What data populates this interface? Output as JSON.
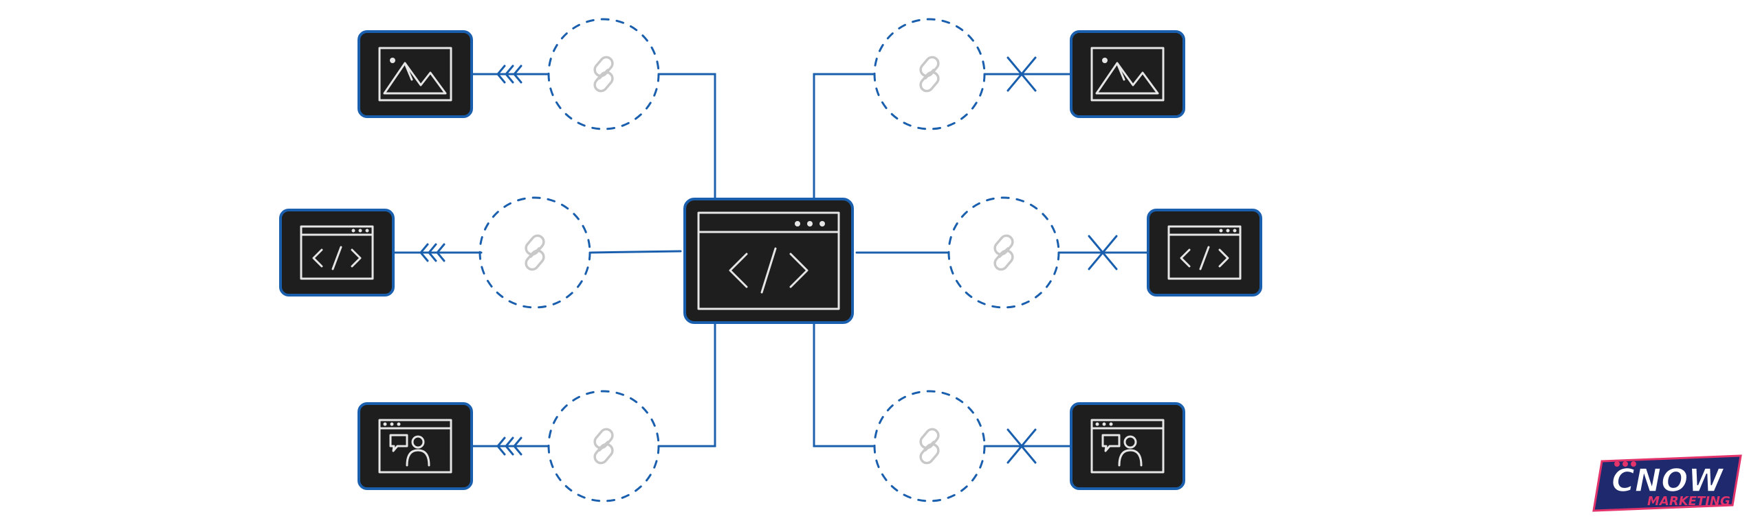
{
  "diagram": {
    "hub": {
      "icon": "code-window-icon"
    },
    "left_nodes": [
      {
        "icon": "image-window-icon",
        "link_icon": "chain-link-icon",
        "connector": "arrow-fletching"
      },
      {
        "icon": "code-window-icon",
        "link_icon": "chain-link-icon",
        "connector": "arrow-fletching"
      },
      {
        "icon": "profile-chat-window-icon",
        "link_icon": "chain-link-icon",
        "connector": "arrow-fletching"
      }
    ],
    "right_nodes": [
      {
        "icon": "image-window-icon",
        "link_icon": "chain-link-icon",
        "connector": "x-mark"
      },
      {
        "icon": "code-window-icon",
        "link_icon": "chain-link-icon",
        "connector": "x-mark"
      },
      {
        "icon": "profile-chat-window-icon",
        "link_icon": "chain-link-icon",
        "connector": "x-mark"
      }
    ],
    "colors": {
      "accent": "#1a5fae",
      "node_fill": "#1e1e1e",
      "icon_stroke": "#e6e6e6",
      "chain": "#c8c8c8"
    }
  },
  "logo": {
    "line1": "CNOW",
    "line2": "MARKETING",
    "colors": {
      "navy": "#1f2a6e",
      "pink": "#e2336b",
      "white": "#ffffff"
    }
  }
}
